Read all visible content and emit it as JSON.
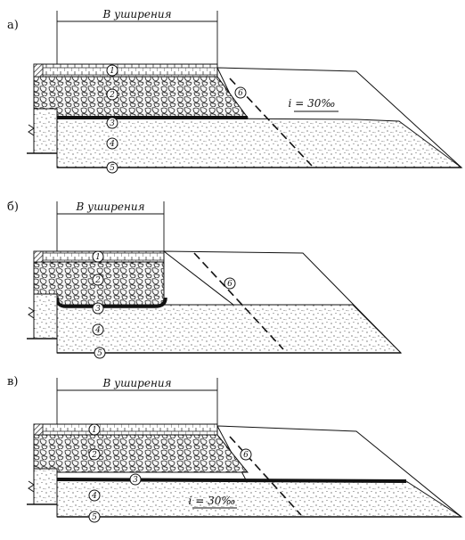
{
  "panels": [
    {
      "letter": "a)",
      "width_label": "В уширения",
      "slope": "i = 30‰",
      "markers": [
        "1",
        "2",
        "3",
        "4",
        "5",
        "6"
      ]
    },
    {
      "letter": "б)",
      "width_label": "В уширения",
      "markers": [
        "1",
        "2",
        "3",
        "4",
        "5",
        "6"
      ]
    },
    {
      "letter": "в)",
      "width_label": "В уширения",
      "slope": "i = 30‰",
      "markers": [
        "1",
        "2",
        "3",
        "4",
        "5",
        "6"
      ]
    }
  ]
}
